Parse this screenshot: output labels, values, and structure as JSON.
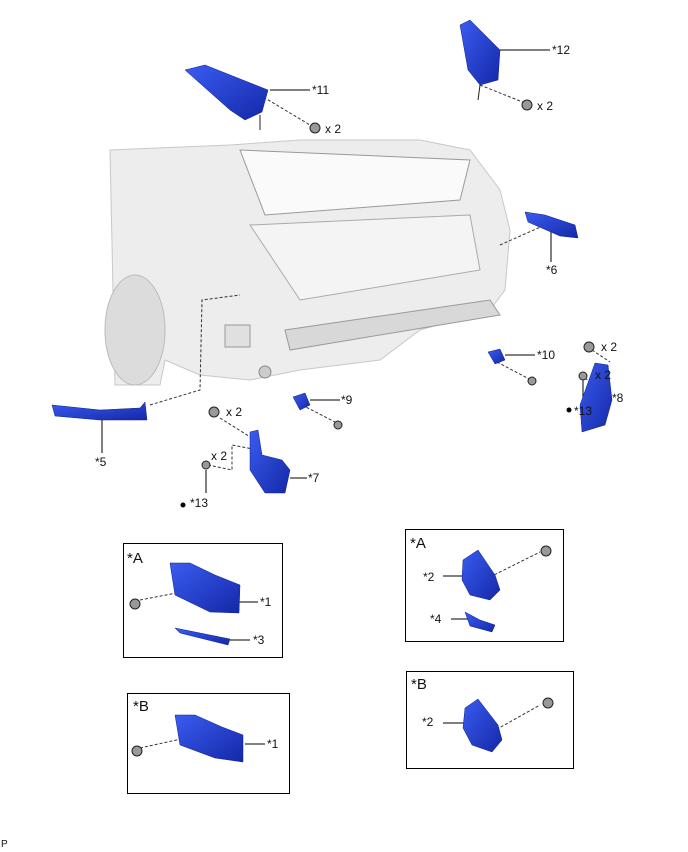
{
  "callouts": {
    "p1a": "*1",
    "p1b": "*1",
    "p2a": "*2",
    "p2b": "*2",
    "p3": "*3",
    "p4": "*4",
    "p5": "*5",
    "p6": "*6",
    "p7": "*7",
    "p8": "*8",
    "p9": "*9",
    "p10": "*10",
    "p11": "*11",
    "p12": "*12",
    "p13a": "*13",
    "p13b": "*13"
  },
  "quantities": {
    "q11": "x 2",
    "q12": "x 2",
    "q7a": "x 2",
    "q7b": "x 2",
    "q8a": "x 2",
    "q8b": "x 2"
  },
  "insets": {
    "a_left": "*A",
    "a_right": "*A",
    "b_left": "*B",
    "b_right": "*B"
  },
  "footer_code": "P",
  "colors": {
    "part": "#1f3fd6",
    "body": "#e8e8e8",
    "line": "#222222"
  }
}
